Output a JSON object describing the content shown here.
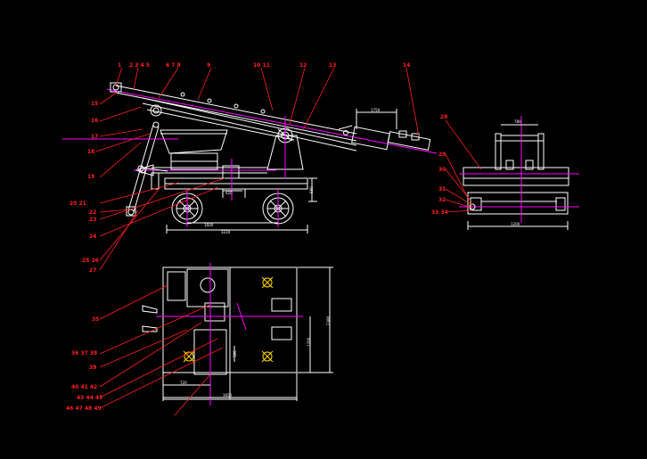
{
  "drawing": {
    "background": "#000000",
    "line_color": "#ffffff",
    "centerline_color": "#ff00ff",
    "label_color": "#ff2020",
    "hatch_color": "#ffd700"
  },
  "labels": {
    "side_top": [
      "1",
      "2 3 4 5",
      "6 7 8",
      "9",
      "10 11",
      "12",
      "13",
      "14"
    ],
    "side_left": [
      "15",
      "16",
      "17",
      "18",
      "19",
      "20 21",
      "22",
      "23",
      "24",
      "25 26",
      "27"
    ],
    "end_view": [
      "28",
      "29",
      "30",
      "31",
      "32",
      "33 34"
    ],
    "plan_view": [
      "35",
      "36 37 38",
      "39",
      "40 41 42",
      "43 44 45",
      "46 47 48 49"
    ]
  },
  "dimensions": {
    "boom_extension": "1750",
    "wheelbase": "1600",
    "overall_length": "3220",
    "chassis_height": "680",
    "pump_width": "420",
    "end_view_top": "780",
    "end_view_width": "1200",
    "plan_width": "1650",
    "plan_height": "2380",
    "plan_inner_height": "1200",
    "plan_left": "720",
    "plan_small": "380"
  }
}
